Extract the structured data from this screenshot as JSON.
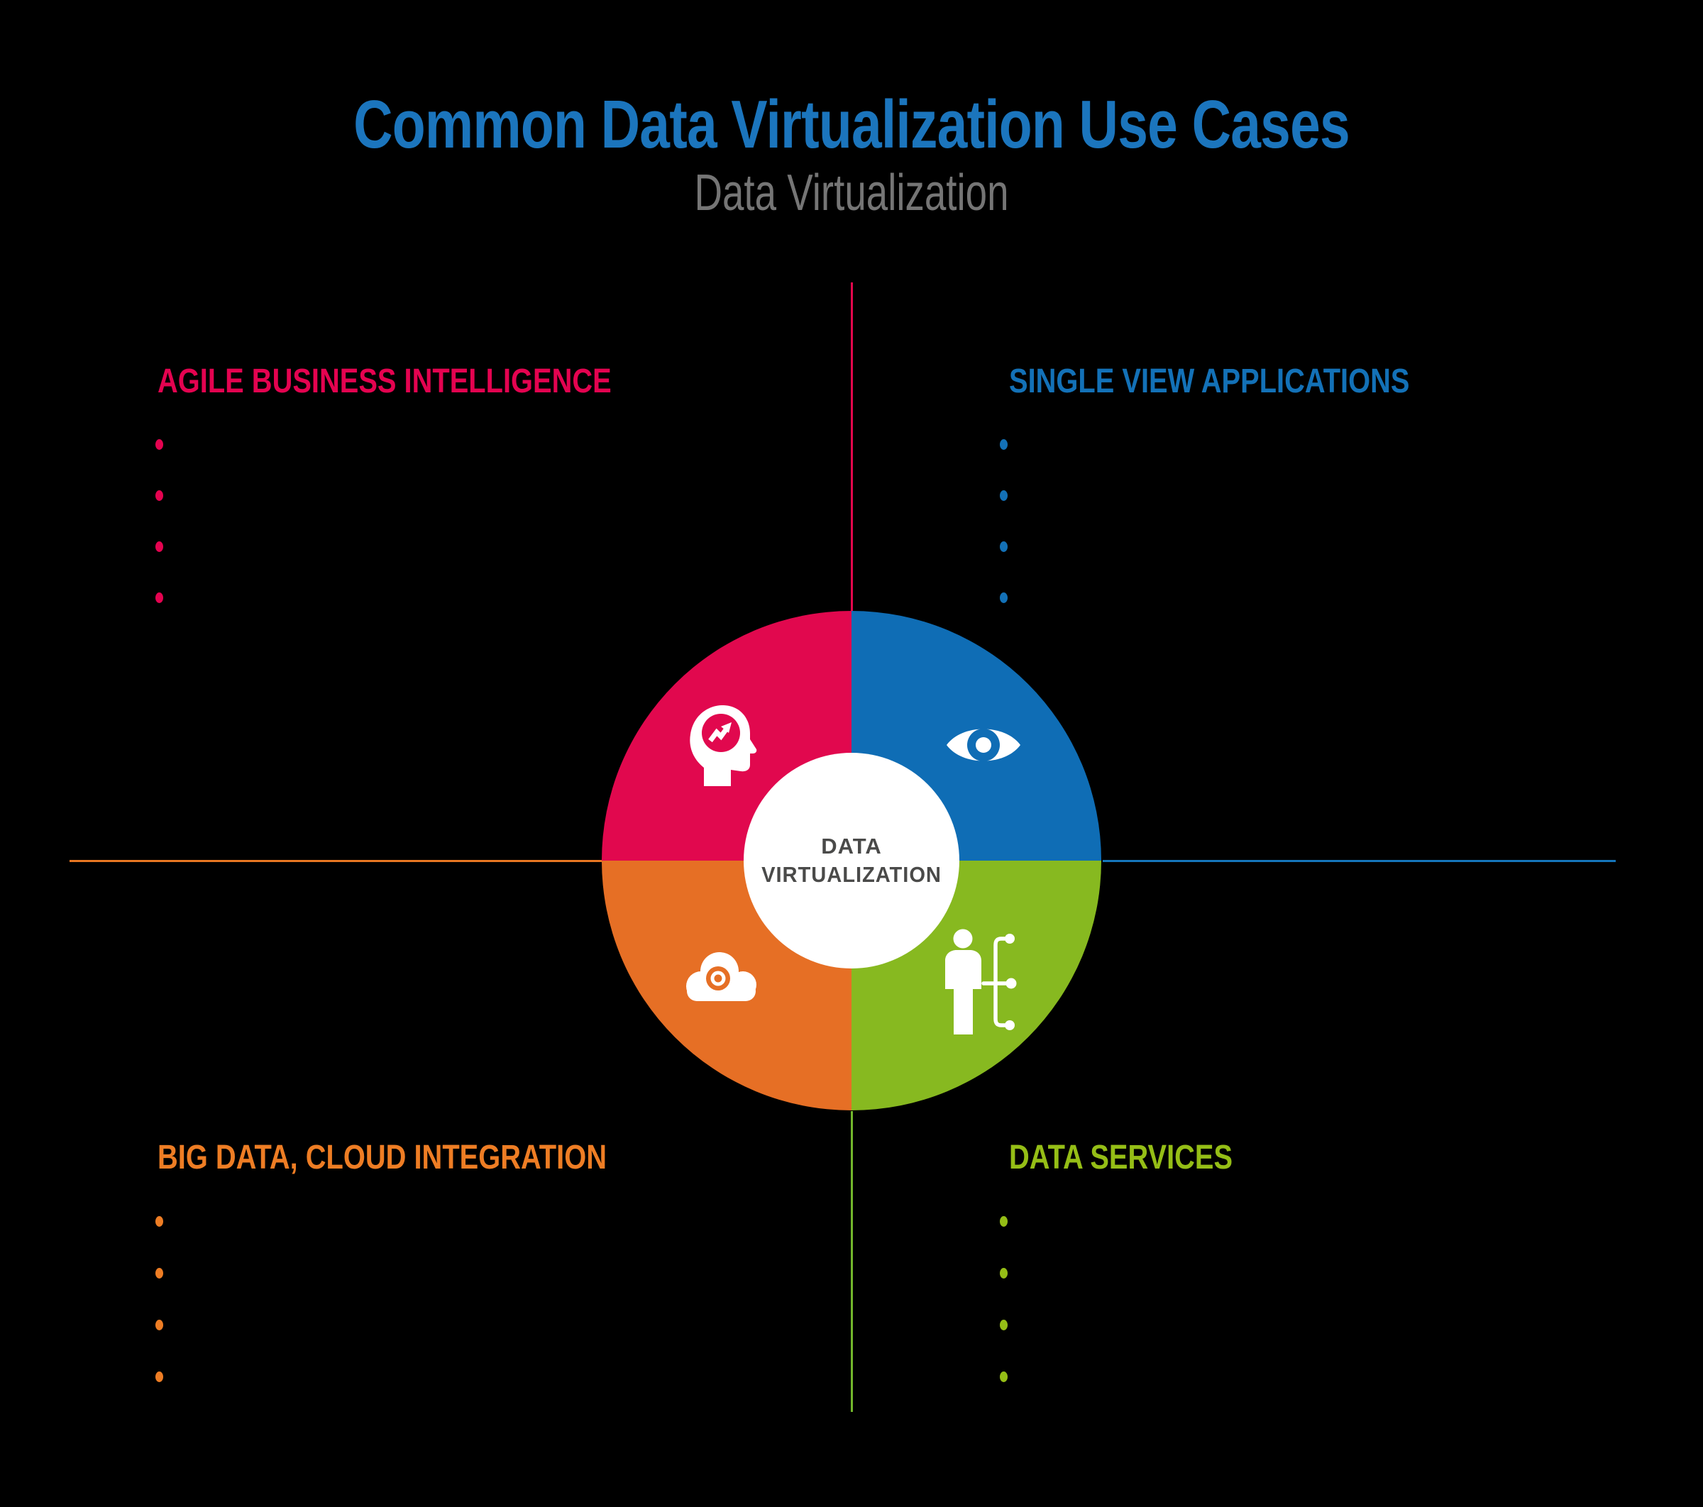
{
  "title": {
    "text": "Common Data Virtualization Use Cases",
    "color": "#1B75BD"
  },
  "subtitle": {
    "text": "Data Virtualization",
    "color": "#757575"
  },
  "center_hub": {
    "line1": "DATA",
    "line2": "VIRTUALIZATION",
    "text_color": "#4A4A49",
    "background": "#FFFFFF"
  },
  "quadrants": [
    {
      "position": "top-left",
      "label": "AGILE BUSINESS INTELLIGENCE",
      "label_color": "#E40350",
      "segment_color": "#E1084E",
      "bullet_dot_color": "#E40350",
      "bullet_count": 4,
      "icon": "head-analytics-icon"
    },
    {
      "position": "top-right",
      "label": "SINGLE VIEW APPLICATIONS",
      "label_color": "#1371B7",
      "segment_color": "#0F6DB5",
      "bullet_dot_color": "#1371B7",
      "bullet_count": 4,
      "icon": "eye-icon"
    },
    {
      "position": "bottom-left",
      "label": "BIG DATA, CLOUD INTEGRATION",
      "label_color": "#EE7D24",
      "segment_color": "#E66F25",
      "bullet_dot_color": "#EE7D24",
      "bullet_count": 4,
      "icon": "cloud-icon"
    },
    {
      "position": "bottom-right",
      "label": "DATA SERVICES",
      "label_color": "#95BE16",
      "segment_color": "#87B920",
      "bullet_dot_color": "#95BE16",
      "bullet_count": 4,
      "icon": "person-network-icon"
    }
  ],
  "axis_lines": {
    "top_color": "#E3074C",
    "right_color": "#1576BC",
    "bottom_color": "#72B62B",
    "left_color": "#E87722"
  },
  "background_color": "#000000"
}
